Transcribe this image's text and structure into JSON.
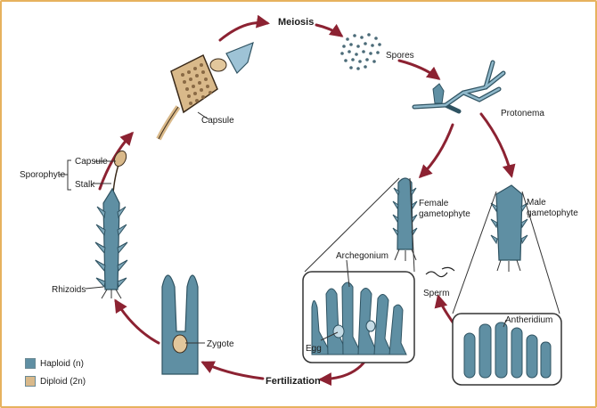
{
  "labels": {
    "meiosis": "Meiosis",
    "spores": "Spores",
    "protonema": "Protonema",
    "capsule_top": "Capsule",
    "capsule_left": "Capsule",
    "sporophyte": "Sporophyte",
    "stalk": "Stalk",
    "female_line1": "Female",
    "female_line2": "gametophyte",
    "male_line1": "Male",
    "male_line2": "gametophyte",
    "archegonium": "Archegonium",
    "egg": "Egg",
    "sperm": "Sperm",
    "antheridium": "Antheridium",
    "rhizoids": "Rhizoids",
    "zygote": "Zygote",
    "fertilization": "Fertilization"
  },
  "legend": {
    "haploid": "Haploid (n)",
    "diploid": "Diploid (2n)",
    "haploid_color": "#5f8fa3",
    "diploid_color": "#d9b98a"
  },
  "colors": {
    "arrow": "#8c2232",
    "haploid": "#5f8fa3",
    "haploid_dark": "#2f5362",
    "diploid": "#d9b98a",
    "frame": "#e7b25e"
  }
}
